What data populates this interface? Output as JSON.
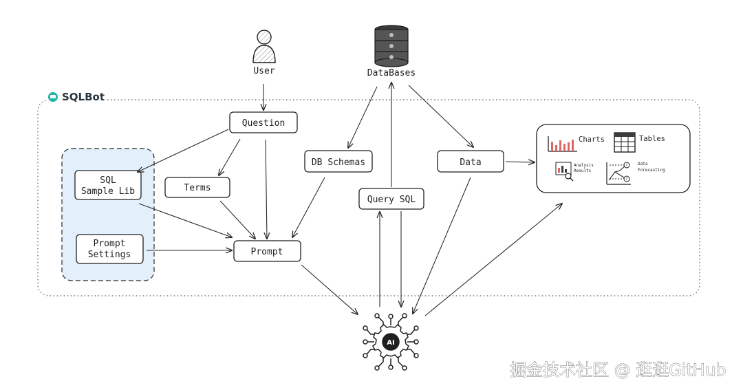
{
  "brand": {
    "name": "SQLBot"
  },
  "nodes": {
    "user": "User",
    "databases": "DataBases",
    "question": "Question",
    "db_schemas": "DB Schemas",
    "data": "Data",
    "sql_sample_lib": [
      "SQL",
      "Sample Lib"
    ],
    "terms": "Terms",
    "query_sql": "Query SQL",
    "prompt_settings": [
      "Prompt",
      "Settings"
    ],
    "prompt": "Prompt",
    "ai": "AI"
  },
  "outputs": {
    "charts": "Charts",
    "tables": "Tables",
    "analysis_results": [
      "Analysis",
      "Results"
    ],
    "data_forecasting": [
      "Data",
      "Forecasting"
    ]
  },
  "watermark": "掘金技术社区 @ 逛逛GitHub",
  "colors": {
    "stroke": "#1f1f1f",
    "settings_panel_fill": "#e3f0fb",
    "brand_icon": "#1fb5a8",
    "chart_bar": "#e06666"
  }
}
